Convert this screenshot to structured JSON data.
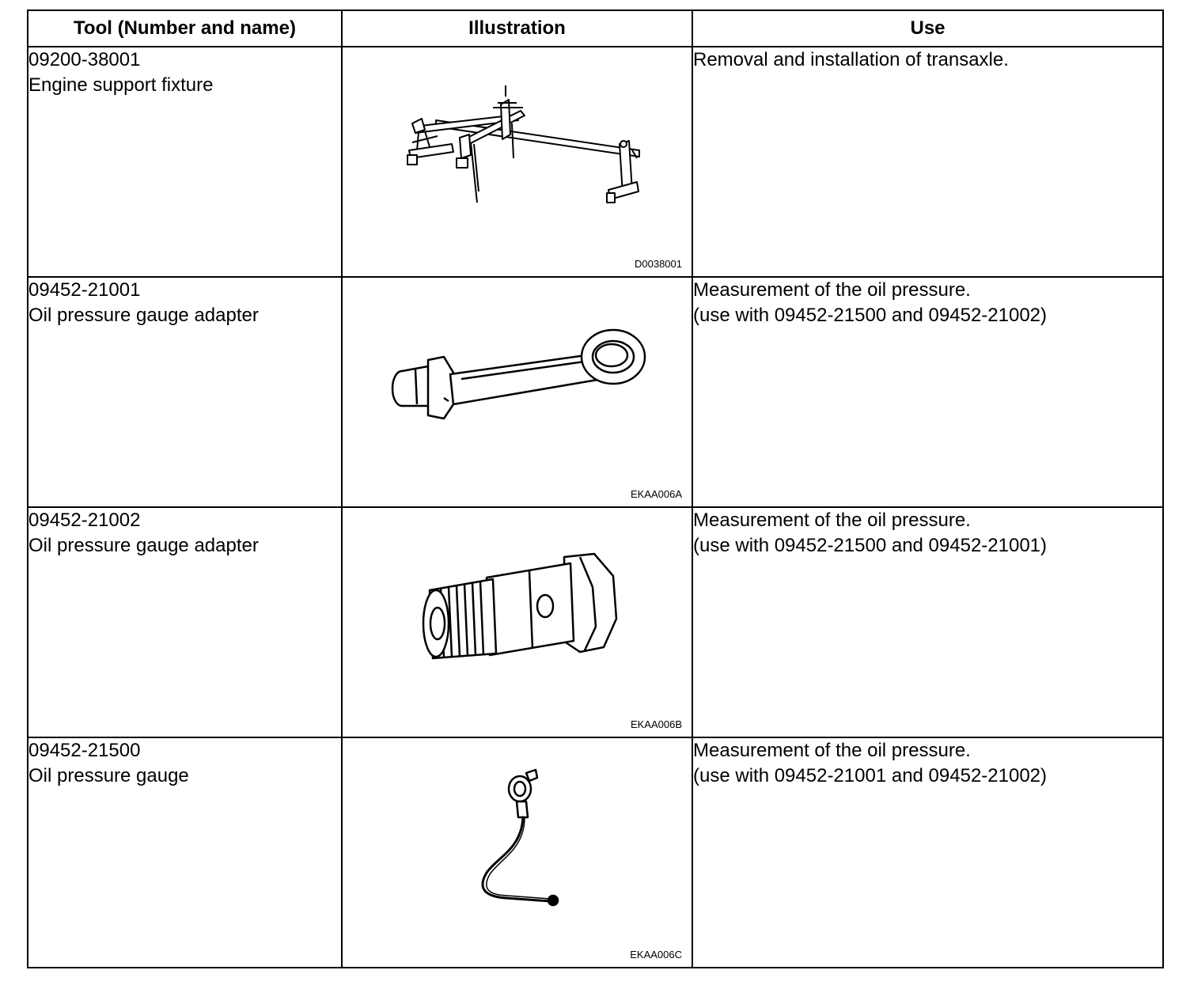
{
  "headers": {
    "tool": "Tool (Number and name)",
    "illustration": "Illustration",
    "use": "Use"
  },
  "rows": [
    {
      "number": "09200-38001",
      "name": "Engine support fixture",
      "figure_code": "D0038001",
      "figure_icon": "engine-support-fixture-icon",
      "use_line1": "Removal and installation of transaxle.",
      "use_line2": ""
    },
    {
      "number": "09452-21001",
      "name": "Oil pressure gauge adapter",
      "figure_code": "EKAA006A",
      "figure_icon": "banjo-adapter-icon",
      "use_line1": "Measurement of the oil pressure.",
      "use_line2": "(use with 09452-21500 and 09452-21002)"
    },
    {
      "number": "09452-21002",
      "name": "Oil pressure gauge adapter",
      "figure_code": "EKAA006B",
      "figure_icon": "threaded-adapter-icon",
      "use_line1": "Measurement of the oil pressure.",
      "use_line2": "(use with 09452-21500 and 09452-21001)"
    },
    {
      "number": "09452-21500",
      "name": "Oil pressure gauge",
      "figure_code": "EKAA006C",
      "figure_icon": "gauge-hose-icon",
      "use_line1": "Measurement of the oil pressure.",
      "use_line2": "(use with 09452-21001 and 09452-21002)"
    }
  ]
}
